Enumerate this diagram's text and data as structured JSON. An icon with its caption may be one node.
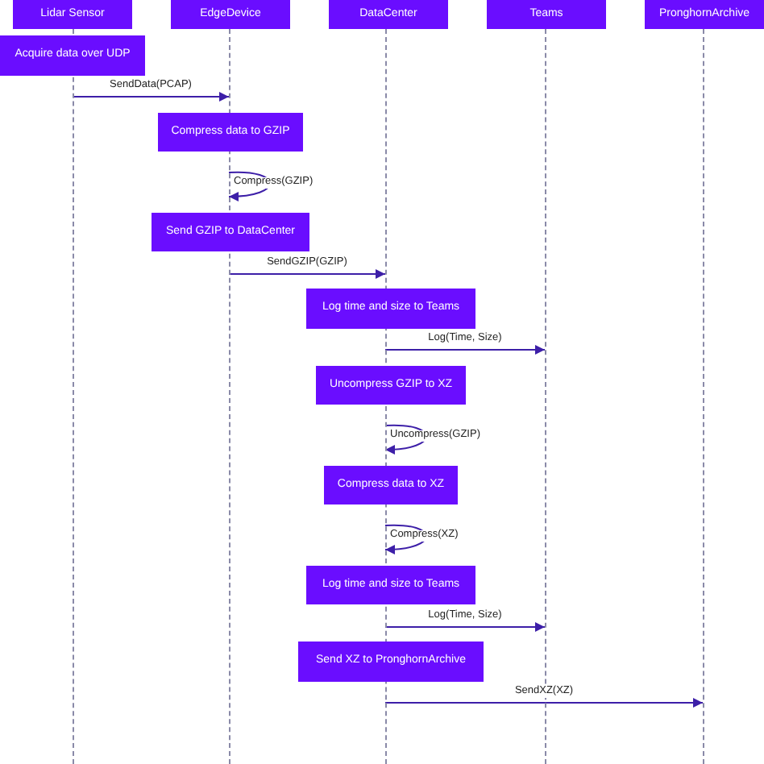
{
  "diagram": {
    "nodes": [
      {
        "text": [
          "Lidar Sensor"
        ]
      },
      {
        "text": [
          "EdgeDevice"
        ]
      },
      {
        "text": [
          "DataCenter"
        ]
      },
      {
        "text": [
          "Teams"
        ]
      },
      {
        "text": [
          "PronghornArchive"
        ]
      },
      {
        "text": [],
        "shape": "line"
      },
      {
        "text": [],
        "shape": "line"
      },
      {
        "text": [],
        "shape": "line"
      },
      {
        "text": [],
        "shape": "line"
      },
      {
        "text": [],
        "shape": "line"
      },
      {
        "text": [
          "Acquire data over UDP"
        ]
      },
      {
        "text": [
          "Compress data to GZIP"
        ]
      },
      {
        "text": [
          "Send GZIP to DataCenter"
        ]
      },
      {
        "text": [
          "Log time and size to Teams"
        ]
      },
      {
        "text": [
          "Uncompress GZIP to XZ"
        ]
      },
      {
        "text": [
          "Compress data to XZ"
        ]
      },
      {
        "text": [
          "Log time and size to Teams"
        ]
      },
      {
        "text": [
          "Send XZ to PronghornArchive"
        ]
      }
    ],
    "edges": [
      {
        "from": 5,
        "to": 6,
        "arrow": "to",
        "label": "SendData(PCAP)"
      },
      {
        "from": 6,
        "to": 6,
        "arrow": "to",
        "label": "Compress(GZIP)"
      },
      {
        "from": 6,
        "to": 7,
        "arrow": "to",
        "label": "SendGZIP(GZIP)"
      },
      {
        "from": 7,
        "to": 8,
        "arrow": "to",
        "label": "Log(Time, Size)"
      },
      {
        "from": 7,
        "to": 7,
        "arrow": "to",
        "label": "Uncompress(GZIP)"
      },
      {
        "from": 7,
        "to": 7,
        "arrow": "to",
        "label": "Compress(XZ)"
      },
      {
        "from": 7,
        "to": 8,
        "arrow": "to",
        "label": "Log(Time, Size)"
      },
      {
        "from": 7,
        "to": 9,
        "arrow": "to",
        "label": "SendXZ(XZ)"
      }
    ]
  }
}
